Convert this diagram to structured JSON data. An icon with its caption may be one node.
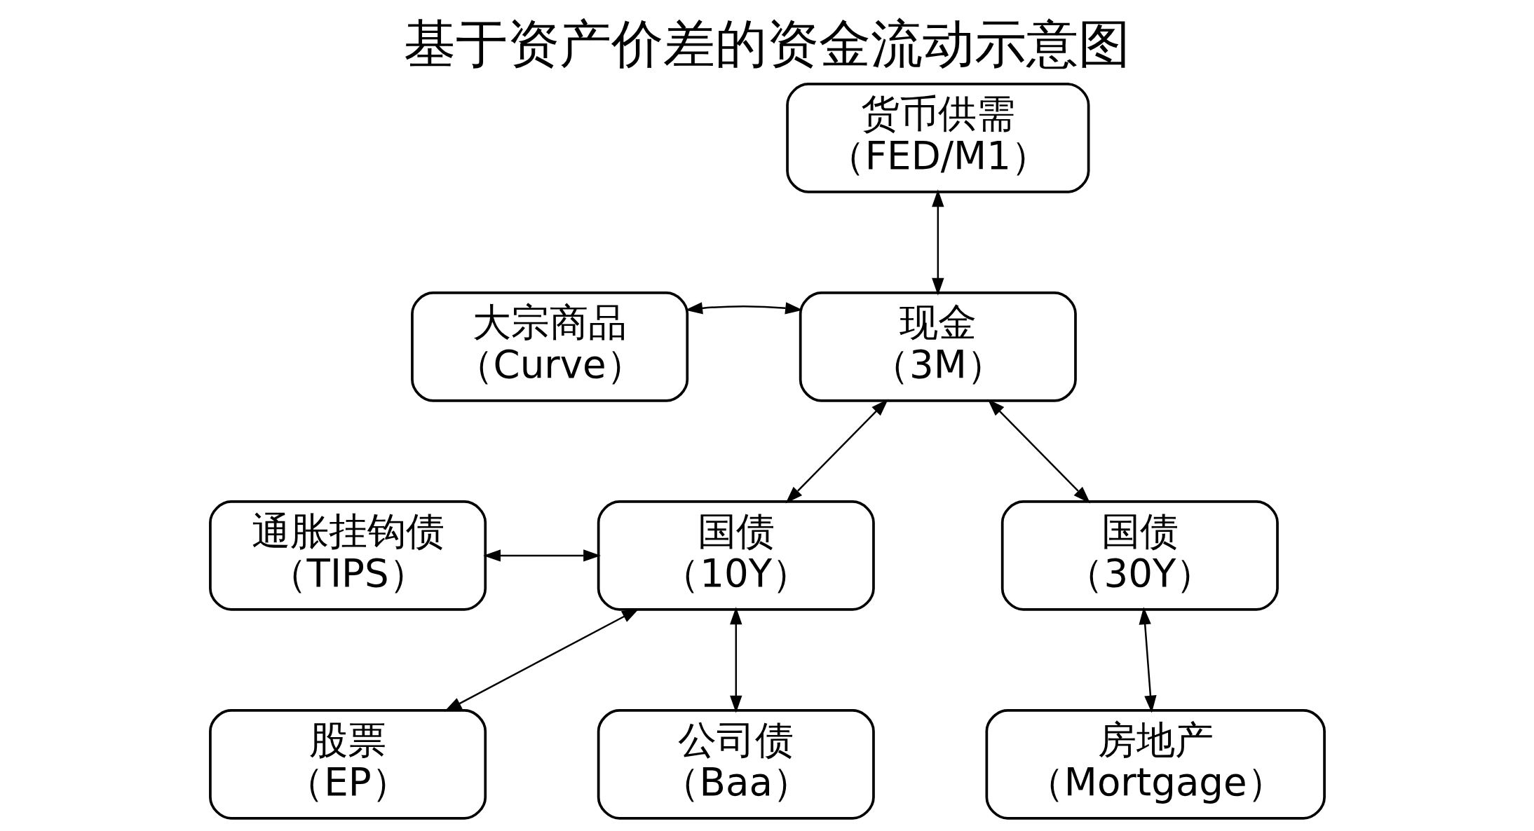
{
  "diagram": {
    "title": "基于资产价差的资金流动示意图",
    "nodes": [
      {
        "text": [
          "货币供需",
          "（FED/M1）"
        ]
      },
      {
        "text": [
          "大宗商品",
          "（Curve）"
        ]
      },
      {
        "text": [
          "现金",
          "（3M）"
        ]
      },
      {
        "text": [
          "通胀挂钩债",
          "（TIPS）"
        ]
      },
      {
        "text": [
          "国债",
          "（10Y）"
        ]
      },
      {
        "text": [
          "国债",
          "（30Y）"
        ]
      },
      {
        "text": [
          "公司债",
          "（Baa）"
        ]
      },
      {
        "text": [
          "股票",
          "（EP）"
        ]
      },
      {
        "text": [
          "房地产",
          "（Mortgage）"
        ]
      }
    ],
    "edges": [
      {
        "from": 0,
        "to": 2,
        "arrow": "both"
      },
      {
        "from": 1,
        "to": 2,
        "arrow": "both"
      },
      {
        "from": 2,
        "to": 4,
        "arrow": "both"
      },
      {
        "from": 2,
        "to": 5,
        "arrow": "both"
      },
      {
        "from": 3,
        "to": 4,
        "arrow": "both"
      },
      {
        "from": 4,
        "to": 6,
        "arrow": "both"
      },
      {
        "from": 4,
        "to": 7,
        "arrow": "both"
      },
      {
        "from": 5,
        "to": 8,
        "arrow": "both"
      }
    ]
  }
}
